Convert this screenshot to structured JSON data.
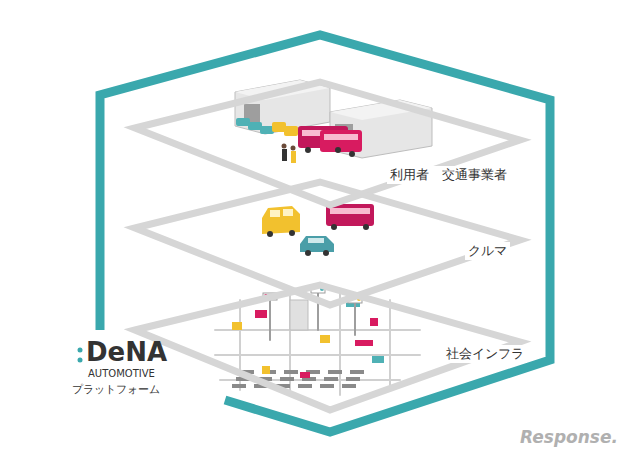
{
  "diagram": {
    "nodes": [
      {
        "text": [
          "利用者　交通事業者"
        ]
      },
      {
        "text": [
          "クルマ"
        ]
      },
      {
        "text": [
          "社会インフラ"
        ]
      }
    ],
    "labels": [
      "DeNA",
      "AUTOMOTIVE",
      "プラットフォーム",
      "Response."
    ]
  }
}
